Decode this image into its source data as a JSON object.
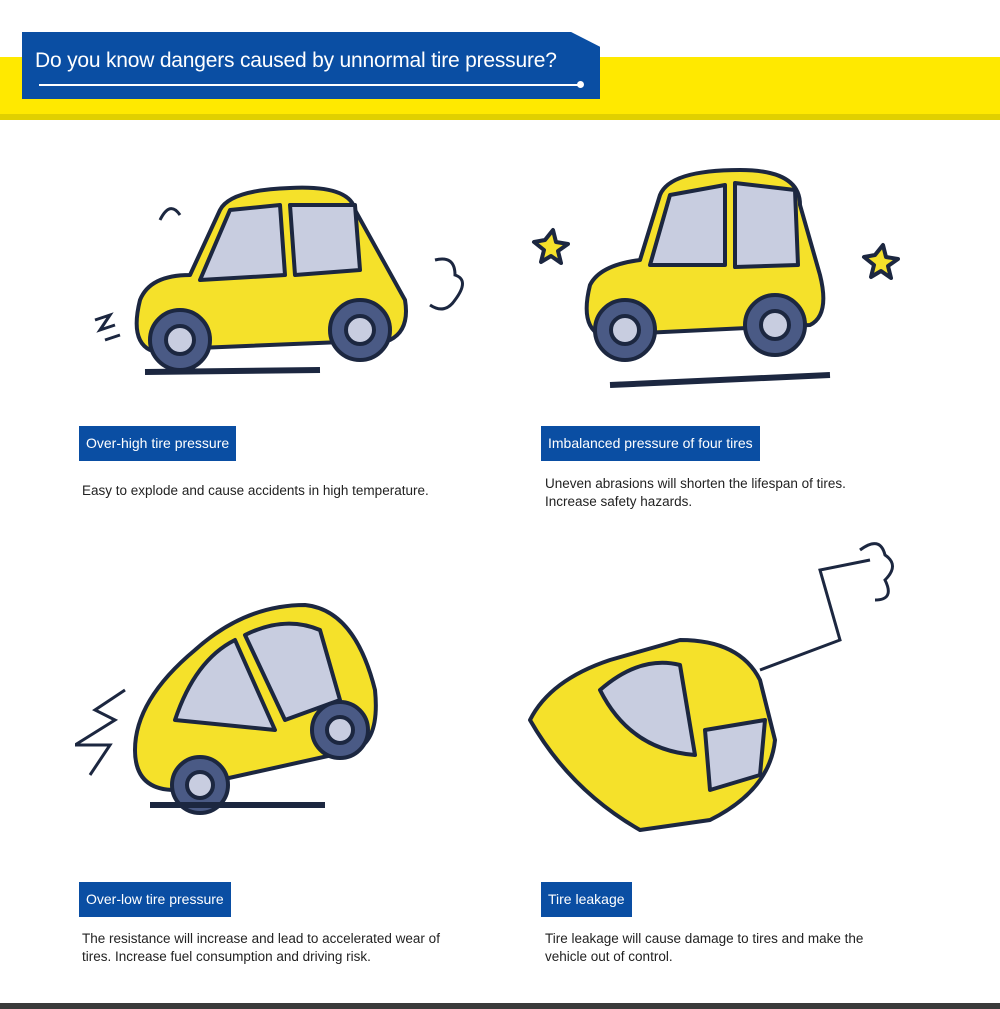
{
  "header": {
    "title": "Do you know dangers caused by unnormal tire pressure?"
  },
  "colors": {
    "blue": "#0a4ea3",
    "yellow": "#ffe900",
    "car": "#f5e12a",
    "outline": "#1c2740"
  },
  "items": [
    {
      "label": "Over-high tire pressure",
      "description": "Easy to explode and cause accidents in high temperature.",
      "icon": "hot-car-icon"
    },
    {
      "label": "Imbalanced pressure of four tires",
      "description": "Uneven abrasions will shorten the lifespan of tires. Increase safety hazards.",
      "icon": "bouncing-car-icon"
    },
    {
      "label": "Over-low tire pressure",
      "description": "The resistance will increase and lead to accelerated wear of tires. Increase fuel consumption and driving risk.",
      "icon": "crashing-car-icon"
    },
    {
      "label": "Tire leakage",
      "description": "Tire leakage will cause damage to tires and make the vehicle out of control.",
      "icon": "flipped-car-icon"
    }
  ]
}
